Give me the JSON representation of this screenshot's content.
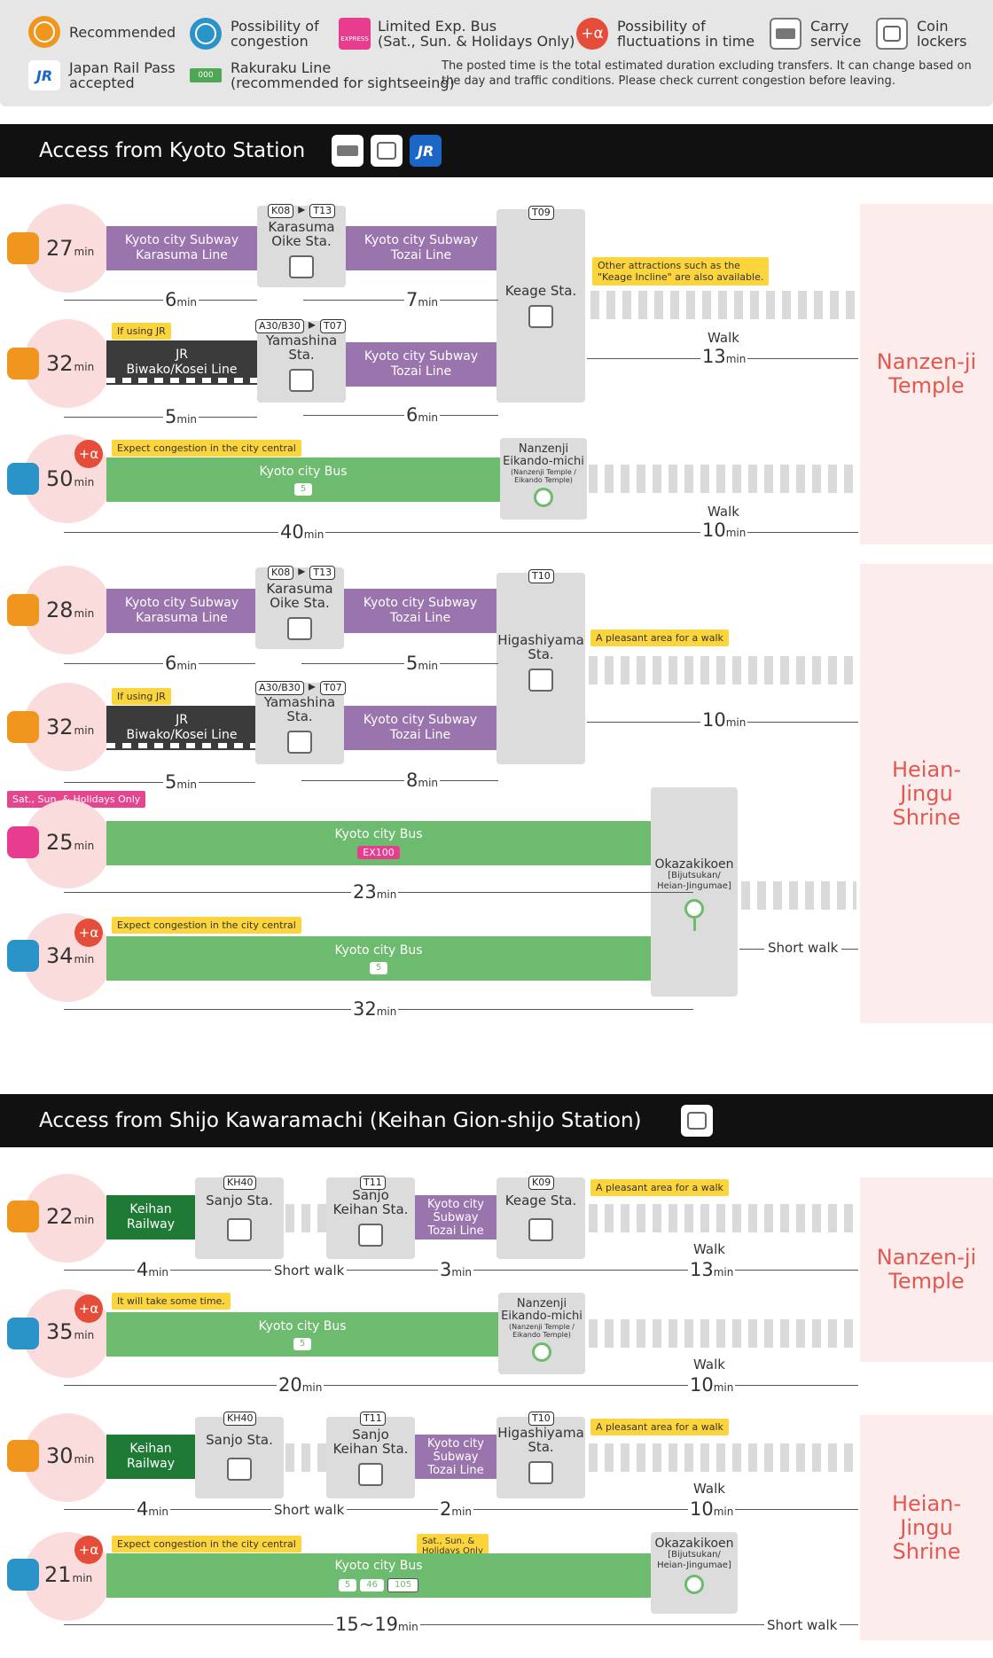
{
  "legend": {
    "recommended": "Recommended",
    "congestion_l1": "Possibility of",
    "congestion_l2": "congestion",
    "exp_l1": "Limited Exp. Bus",
    "exp_l2": "(Sat., Sun. & Holidays Only)",
    "fluct_l1": "Possibility of",
    "fluct_l2": "fluctuations in time",
    "carry_l1": "Carry",
    "carry_l2": "service",
    "coin_l1": "Coin",
    "coin_l2": "lockers",
    "jr_l1": "Japan Rail Pass",
    "jr_l2": "accepted",
    "raku_chip": "000",
    "raku_l1": "Rakuraku Line",
    "raku_l2": "(recommended for sightseeing)",
    "note_l1": "The posted time is the total estimated duration excluding transfers. It can change based on",
    "note_l2": "the day and traffic conditions. Please check current congestion before leaving.",
    "express_mini": "EXPRESS",
    "alpha": "+α",
    "jr_mark": "JR"
  },
  "section1": {
    "title": "Access from Kyoto Station"
  },
  "section2": {
    "title": "Access from Shijo Kawaramachi (Keihan Gion-shijo Station)"
  },
  "unit": "min",
  "labels": {
    "subway_karasuma_1": "Kyoto city Subway",
    "subway_karasuma_2": "Karasuma Line",
    "subway_tozai_1": "Kyoto city Subway",
    "subway_tozai_2": "Tozai Line",
    "jr_1": "JR",
    "jr_2": "Biwako/Kosei Line",
    "bus": "Kyoto city Bus",
    "keihan_1": "Keihan",
    "keihan_2": "Railway",
    "sub3_1": "Kyoto city",
    "sub3_2": "Subway",
    "sub3_3": "Tozai Line",
    "walk": "Walk",
    "short_walk": "Short walk",
    "if_jr": "If using JR",
    "expect_cong": "Expect congestion in the city central",
    "some_time": "It will take some time.",
    "pleasant": "A pleasant area for a walk",
    "incline_1": "Other attractions such as the",
    "incline_2": "\"Keage Incline\" are also available.",
    "sat_only": "Sat., Sun. & Holidays Only",
    "sat_1": "Sat., Sun. &",
    "sat_2": "Holidays Only"
  },
  "stations": {
    "karasuma_oike_1": "Karasuma",
    "karasuma_oike_2": "Oike Sta.",
    "yamashina_1": "Yamashina",
    "yamashina_2": "Sta.",
    "keage": "Keage Sta.",
    "higashiyama_1": "Higashiyama",
    "higashiyama_2": "Sta.",
    "nanzenji_stop_1": "Nanzenji",
    "nanzenji_stop_2": "Eikando-michi",
    "nanzenji_stop_3": "(Nanzenji Temple /",
    "nanzenji_stop_4": "Eikando Temple)",
    "okazaki_1": "Okazakikoen",
    "okazaki_2": "[Bijutsukan/",
    "okazaki_3": "Heian-Jingumae]",
    "sanjo": "Sanjo Sta.",
    "sanjo_keihan_1": "Sanjo",
    "sanjo_keihan_2": "Keihan Sta."
  },
  "codes": {
    "k08": "K08",
    "t13": "T13",
    "a30": "A30/B30",
    "t07": "T07",
    "t09": "T09",
    "t10": "T10",
    "kh40": "KH40",
    "t11": "T11",
    "k09": "K09"
  },
  "bus_nums": {
    "b5": "5",
    "ex100": "EX100",
    "b46": "46",
    "b105": "105"
  },
  "dest": {
    "nanzenji_1": "Nanzen-ji",
    "nanzenji_2": "Temple",
    "heian_1": "Heian-",
    "heian_2": "Jingu",
    "heian_3": "Shrine"
  },
  "times": {
    "r1": "27",
    "r2": "32",
    "r3": "50",
    "r4": "28",
    "r5": "32",
    "r6": "25",
    "r7": "34",
    "s1": "22",
    "s2": "35",
    "s3": "30",
    "s4": "21"
  },
  "durs": {
    "r1a": "6",
    "r1b": "7",
    "r2a": "5",
    "r2b": "6",
    "walk13": "13",
    "r3a": "40",
    "walk10": "10",
    "r4a": "6",
    "r4b": "5",
    "r5a": "5",
    "r5b": "8",
    "walk10b": "10",
    "r6a": "23",
    "r7a": "32",
    "s1a": "4",
    "s1b": "3",
    "s1w": "13",
    "s2a": "20",
    "s2w": "10",
    "s3a": "4",
    "s3b": "2",
    "s3w": "10",
    "s4a": "15~19"
  }
}
